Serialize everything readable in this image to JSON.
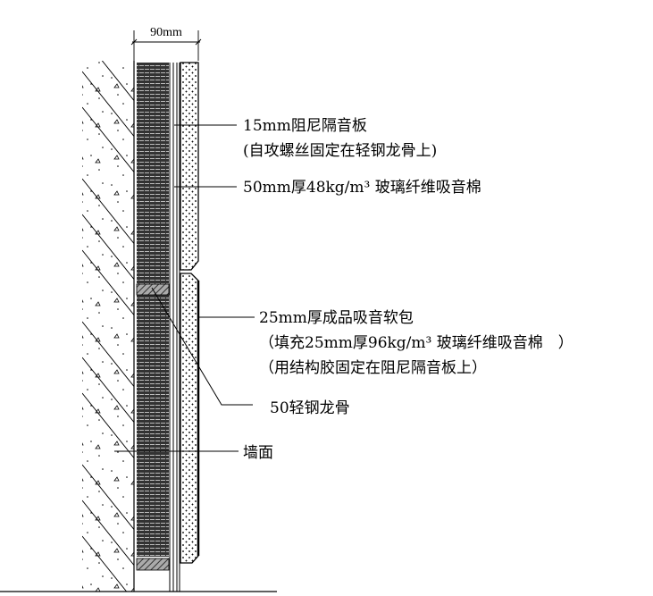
{
  "dimension": {
    "width_label": "90mm"
  },
  "labels": {
    "damping_board": {
      "line1": "15mm阻尼隔音板",
      "line2": "(自攻螺丝固定在轻钢龙骨上)"
    },
    "glass_wool": {
      "line1": "50mm厚48kg/m³ 玻璃纤维吸音棉"
    },
    "soft_pack": {
      "line1": "25mm厚成品吸音软包",
      "line2": "（填充25mm厚96kg/m³ 玻璃纤维吸音棉　）",
      "line3": "（用结构胶固定在阻尼隔音板上）"
    },
    "steel_keel": {
      "line1": "50轻钢龙骨"
    },
    "wall": {
      "line1": "墙面"
    }
  }
}
